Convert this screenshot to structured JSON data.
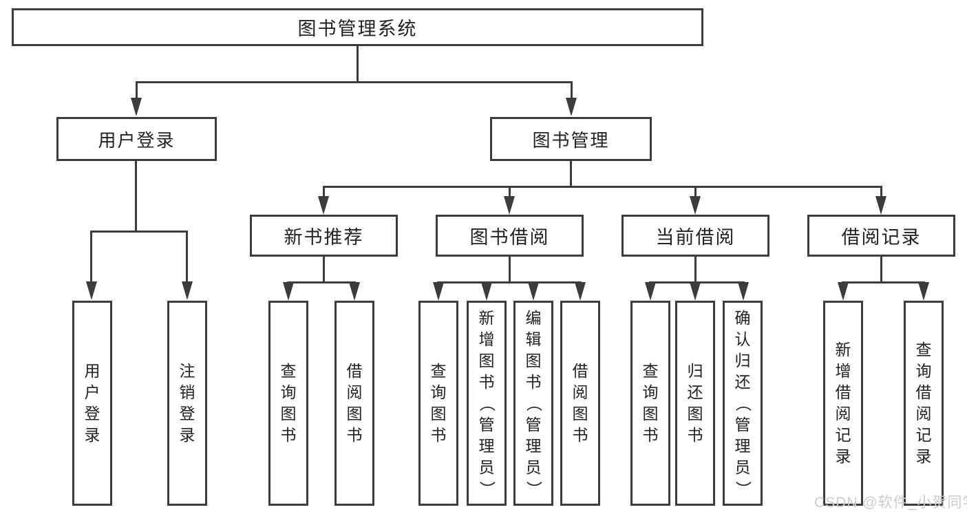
{
  "root": {
    "label": "图书管理系统"
  },
  "level2": [
    {
      "label": "用户登录"
    },
    {
      "label": "图书管理"
    }
  ],
  "level3": [
    {
      "label": "新书推荐"
    },
    {
      "label": "图书借阅"
    },
    {
      "label": "当前借阅"
    },
    {
      "label": "借阅记录"
    }
  ],
  "leaves": [
    {
      "label": "用户登录"
    },
    {
      "label": "注销登录"
    },
    {
      "label": "查询图书"
    },
    {
      "label": "借阅图书"
    },
    {
      "label": "查询图书"
    },
    {
      "label": "新增图书（管理员）"
    },
    {
      "label": "编辑图书（管理员）"
    },
    {
      "label": "借阅图书"
    },
    {
      "label": "查询图书"
    },
    {
      "label": "归还图书"
    },
    {
      "label": "确认归还（管理员）"
    },
    {
      "label": "新增借阅记录"
    },
    {
      "label": "查询借阅记录"
    }
  ],
  "watermark": {
    "text": "CSDN @软件_小贺同学"
  },
  "colors": {
    "line": "#3c3c3c",
    "text": "#222222",
    "watermark": "#cccccc",
    "background": "#ffffff"
  }
}
